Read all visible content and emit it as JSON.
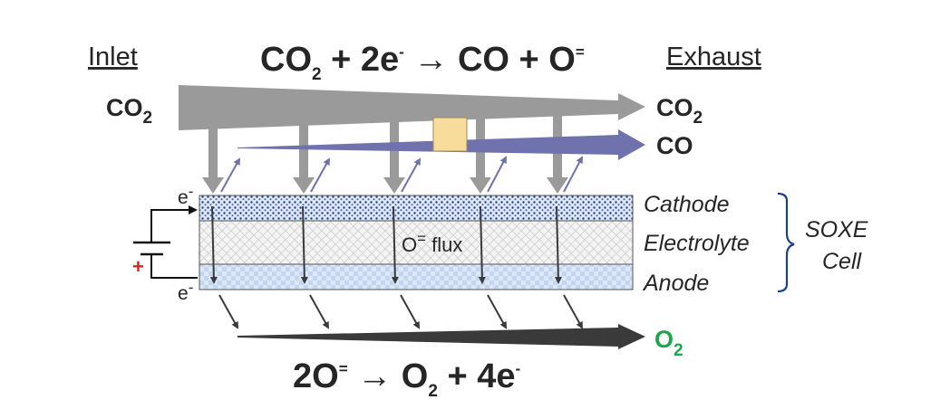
{
  "headers": {
    "inlet": "Inlet",
    "exhaust": "Exhaust"
  },
  "reactions": {
    "cathode": {
      "a": "CO",
      "a_sub": "2",
      "b": " + 2e",
      "b_sup": "-",
      "c": " → CO + O",
      "c_sup": "="
    },
    "anode": {
      "a": "2O",
      "a_sup": "=",
      "b": " → O",
      "b_sub": "2",
      "c": " + 4e",
      "c_sup": "-"
    }
  },
  "gases": {
    "inlet_co2": {
      "text": "CO",
      "sub": "2"
    },
    "exhaust_co2": {
      "text": "CO",
      "sub": "2"
    },
    "exhaust_co": {
      "text": "CO"
    },
    "product_o2": {
      "text": "O",
      "sub": "2"
    }
  },
  "layers": {
    "cathode": "Cathode",
    "electrolyte": "Electrolyte",
    "anode": "Anode"
  },
  "cell_label": {
    "line1": "SOXE",
    "line2": "Cell"
  },
  "flux_label": {
    "text": "O",
    "sup": "=",
    "tail": " flux"
  },
  "electrons": {
    "top": "e",
    "top_sup": "-",
    "bottom": "e",
    "bottom_sup": "-"
  },
  "battery_plus": "+",
  "colors": {
    "text": "#262626",
    "gray_arrow": "#9a9a9a",
    "co_arrow": "#6f72ad",
    "o2_arrow": "#3a3a3a",
    "o2_text": "#1fa64a",
    "cathode_dots": "#1f3f8f",
    "anode_fill": "#c9daf2",
    "bracket": "#1f3f8f",
    "battery_plus": "#e02020",
    "box_fill": "#f7dc9b"
  }
}
